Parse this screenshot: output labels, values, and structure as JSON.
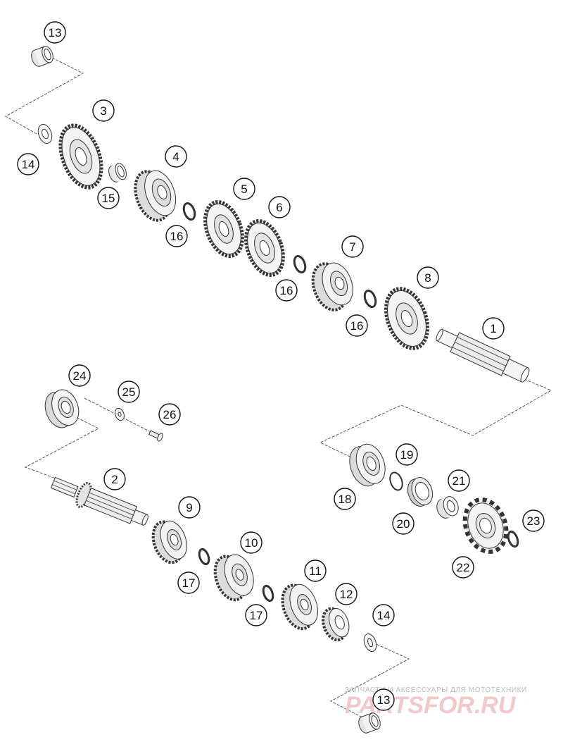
{
  "diagram": {
    "callouts": [
      {
        "label": "13"
      },
      {
        "label": "14"
      },
      {
        "label": "3"
      },
      {
        "label": "15"
      },
      {
        "label": "4"
      },
      {
        "label": "16"
      },
      {
        "label": "5"
      },
      {
        "label": "6"
      },
      {
        "label": "16"
      },
      {
        "label": "7"
      },
      {
        "label": "16"
      },
      {
        "label": "8"
      },
      {
        "label": "1"
      },
      {
        "label": "24"
      },
      {
        "label": "25"
      },
      {
        "label": "26"
      },
      {
        "label": "2"
      },
      {
        "label": "9"
      },
      {
        "label": "17"
      },
      {
        "label": "10"
      },
      {
        "label": "17"
      },
      {
        "label": "11"
      },
      {
        "label": "12"
      },
      {
        "label": "14"
      },
      {
        "label": "13"
      },
      {
        "label": "19"
      },
      {
        "label": "18"
      },
      {
        "label": "21"
      },
      {
        "label": "20"
      },
      {
        "label": "23"
      },
      {
        "label": "22"
      }
    ]
  },
  "watermark": {
    "caption": "ЗАПЧАСТИ И АКСЕССУАРЫ ДЛЯ МОТОТЕХНИКИ",
    "logo": "PARTSFOR.RU"
  },
  "colors": {
    "line": "#444444",
    "part_fill": "#f3f3f3",
    "part_shade": "#cfcfcf",
    "watermark": "#e8b4b4"
  }
}
